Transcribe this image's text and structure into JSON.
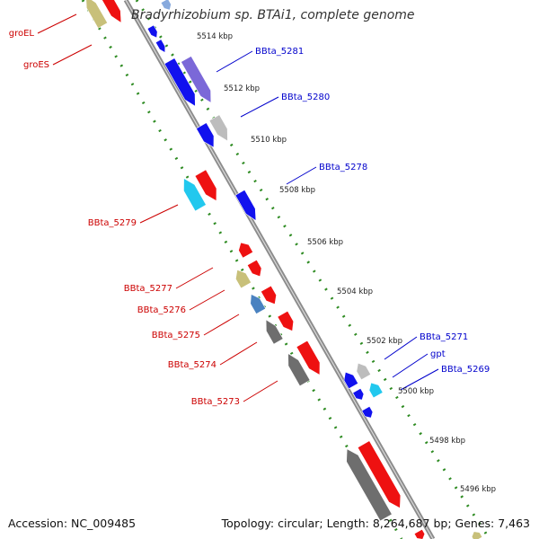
{
  "title": "Bradyrhizobium sp. BTAi1, complete genome",
  "footer": {
    "accession": "Accession: NC_009485",
    "topology": "Topology: circular; Length: 8,264,687 bp; Genes: 7,463"
  },
  "ticks": [
    "5514 kbp",
    "5512 kbp",
    "5510 kbp",
    "5508 kbp",
    "5506 kbp",
    "5504 kbp",
    "5502 kbp",
    "5500 kbp",
    "5498 kbp",
    "5496 kbp"
  ],
  "gene_labels": {
    "forward": [
      "BBta_5281",
      "BBta_5280",
      "BBta_5278",
      "BBta_5271",
      "gpt",
      "BBta_5269"
    ],
    "reverse": [
      "groEL",
      "groES",
      "BBta_5279",
      "BBta_5277",
      "BBta_5276",
      "BBta_5275",
      "BBta_5274",
      "BBta_5273"
    ]
  },
  "colors": {
    "forward_label": "#0000cc",
    "reverse_label": "#cc0000",
    "tick_dots": "#2e8b22",
    "backbone": "#8c8c8c",
    "red": "#ee1111",
    "blue": "#1111ee",
    "purple": "#7b68d8",
    "gray": "#bdbdbd",
    "darkgray": "#6e6e6e",
    "olive": "#c8c07a",
    "cyan": "#22c8ee",
    "steel": "#4a82c0",
    "lightblue": "#88aadd"
  }
}
